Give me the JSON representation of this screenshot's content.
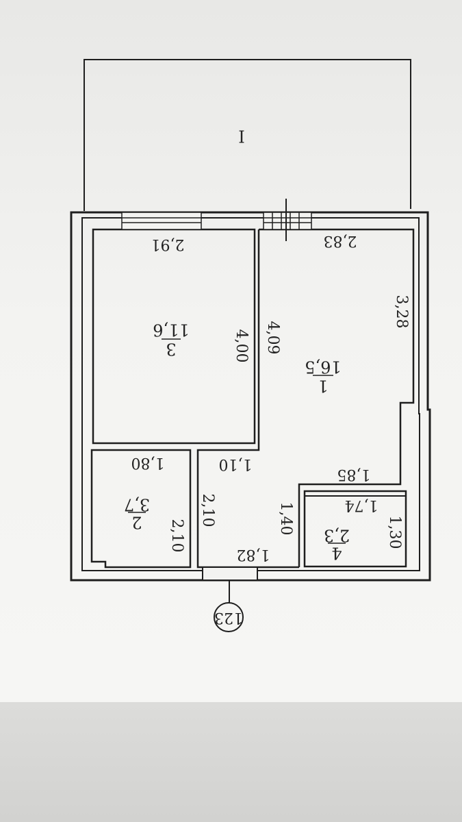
{
  "plan": {
    "balcony_label": "I",
    "axis_marker": "123",
    "rooms": [
      {
        "number": "1",
        "area": "16,5"
      },
      {
        "number": "2",
        "area": "3,7"
      },
      {
        "number": "3",
        "area": "11,6"
      },
      {
        "number": "4",
        "area": "2,3"
      }
    ],
    "dimensions": {
      "room3_width": "2,91",
      "room3_length": "4,00",
      "room1_width": "2,83",
      "room1_length": "4,09",
      "room1_right": "3,28",
      "corridor_width": "1,10",
      "corridor_right": "1,85",
      "room2_width": "1,80",
      "room2_height": "2,10",
      "corridor_height": "2,10",
      "hall_height": "1,40",
      "bath_width": "1,74",
      "bath_height": "1,30",
      "hall_bottom": "1,82"
    }
  },
  "colors": {
    "paper": "#f3f3f1",
    "ink": "#1e1e1e"
  }
}
